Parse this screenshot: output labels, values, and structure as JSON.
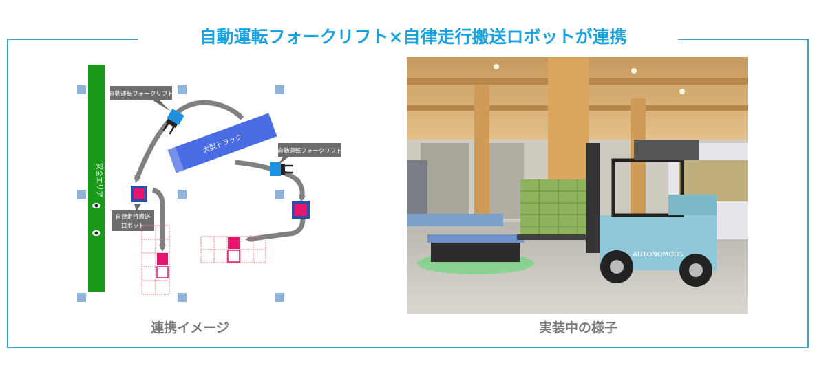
{
  "title": "自動運転フォークリフト×自律走行搬送ロボットが連携",
  "diagram": {
    "safe_area_label": "安全エリア",
    "truck_label": "大型トラック",
    "forklift_label_1": "自動運転フォークリフト",
    "forklift_label_2": "自動運転フォークリフト",
    "robot_label_line1": "自律走行搬送",
    "robot_label_line2": "ロボット",
    "caption": "連携イメージ"
  },
  "photo": {
    "caption": "実装中の様子",
    "forklift_text": "AUTONOMOUS"
  },
  "colors": {
    "accent": "#29abe2",
    "green": "#1a9a1a",
    "truck": "#4a6de5",
    "robot": "#e6156f",
    "arrow": "#808080",
    "label_bg": "#6d6d6d"
  }
}
